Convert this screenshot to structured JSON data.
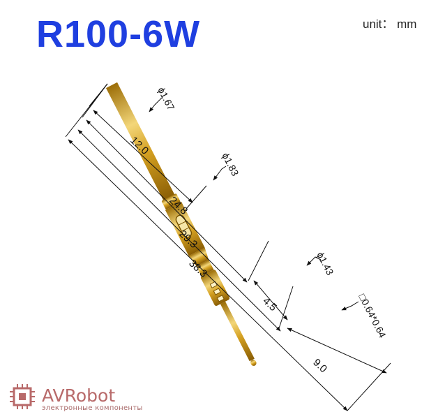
{
  "title": "R100-6W",
  "unit": "unit： mm",
  "dimensions": {
    "dia_tube": "ϕ1.67",
    "dia_collar": "ϕ1.83",
    "dia_plunger_body": "ϕ1.43",
    "tip_square": "□0.64*0.64",
    "len_12": "12.0",
    "len_24": "24.8",
    "len_29": "29.3",
    "len_38": "38.3",
    "len_45": "4.5",
    "len_9": "9.0"
  },
  "logo": {
    "name": "AVRobot",
    "tagline": "электронные компоненты"
  },
  "colors": {
    "title": "#1f3fe0",
    "gold_light": "#f3d679",
    "gold_mid": "#d4a021",
    "gold_dark": "#9c6e08",
    "logo": "#b86a6a"
  }
}
